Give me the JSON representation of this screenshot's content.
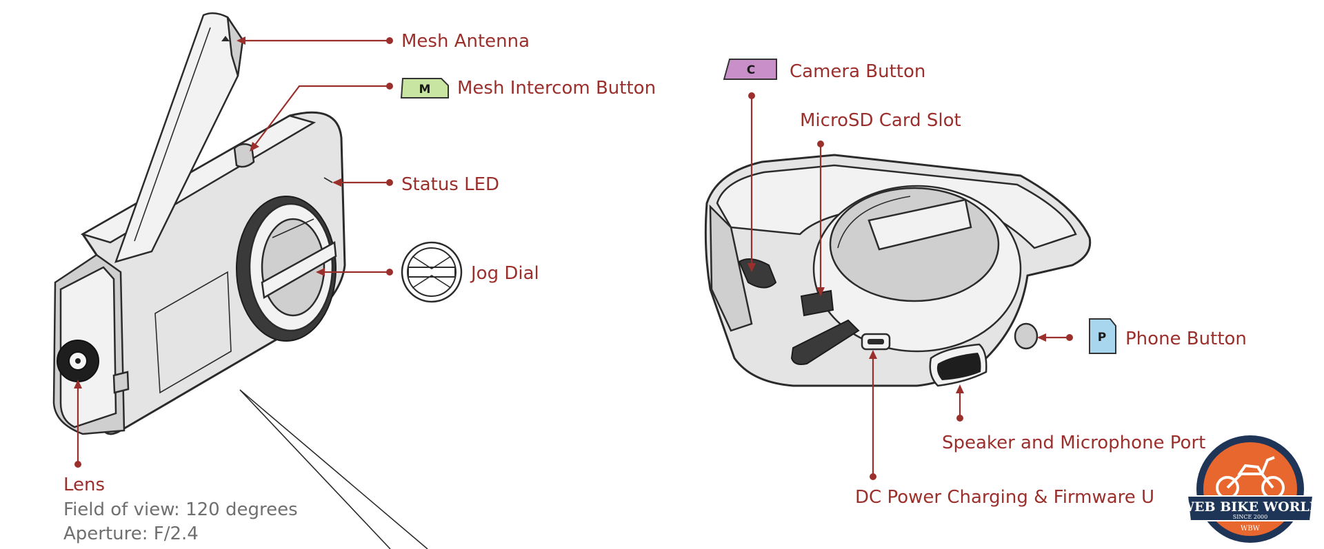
{
  "labels": {
    "mesh_antenna": "Mesh Antenna",
    "mesh_intercom_button": "Mesh Intercom Button",
    "status_led": "Status LED",
    "jog_dial": "Jog Dial",
    "lens": "Lens",
    "lens_fov": "Field of view: 120 degrees",
    "lens_aperture": "Aperture: F/2.4",
    "camera_button": "Camera Button",
    "microsd_slot": "MicroSD Card Slot",
    "phone_button": "Phone Button",
    "speaker_mic_port": "Speaker and Microphone Port",
    "dc_power": "DC Power Charging & Firmware U"
  },
  "keys": {
    "mesh": "M",
    "camera": "C",
    "phone": "P"
  },
  "logo": {
    "title": "WEB BIKE WORLD",
    "since": "SINCE 2000",
    "short": "WBW"
  },
  "colors": {
    "callout_text": "#9b2f2c",
    "lens_detail_text": "#6f6f6f",
    "mesh_key": "#c9e5a2",
    "camera_key": "#c98fc9",
    "phone_key": "#a9d6ef",
    "logo_navy": "#1f3557",
    "logo_orange": "#e8672e"
  }
}
